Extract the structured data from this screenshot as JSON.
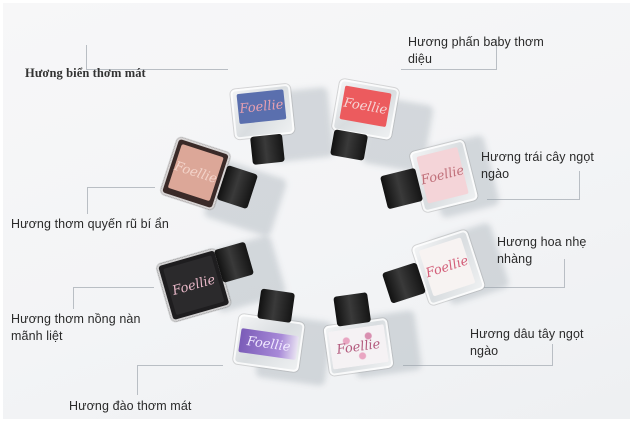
{
  "image": {
    "description": "Eight mini perfume bottles arranged in a circle with scent labels",
    "brand_script": "Foellie"
  },
  "labels": [
    {
      "id": "sea",
      "text": "Hương biển thơm mát"
    },
    {
      "id": "baby-powder",
      "line1": "Hương phấn baby thơm",
      "line2": "diệu"
    },
    {
      "id": "fruit",
      "line1": "Hương trái cây ngọt",
      "line2": "ngào"
    },
    {
      "id": "seductive",
      "text": "Hương thơm quyến rũ bí ẩn"
    },
    {
      "id": "floral",
      "line1": "Hương hoa nhẹ",
      "line2": "nhàng"
    },
    {
      "id": "intense",
      "line1": "Hương thơm nồng nàn",
      "line2": "mãnh liệt"
    },
    {
      "id": "strawberry",
      "line1": "Hương dâu tây ngọt",
      "line2": "ngào"
    },
    {
      "id": "peach",
      "text": "Hương đào thơm mát"
    }
  ],
  "bottles": [
    {
      "id": "blue",
      "label_color": "#5a6fae",
      "script_color": "#e7a0b0"
    },
    {
      "id": "red",
      "label_color": "#ec5b5e",
      "script_color": "#f6d5d5"
    },
    {
      "id": "pink",
      "label_color": "#f4d4d8",
      "script_color": "#c0707a"
    },
    {
      "id": "peach",
      "label_color": "#dca798",
      "script_color": "#f3d3c9"
    },
    {
      "id": "white",
      "label_color": "#f7f3f2",
      "script_color": "#d35d78"
    },
    {
      "id": "black",
      "label_color": "#2b2a2c",
      "script_color": "#e8b8c8"
    },
    {
      "id": "purple",
      "label_color": "#8c6cc4",
      "script_color": "#f0e8ff"
    },
    {
      "id": "cherry-blossom",
      "label_color": "#f5f2f4",
      "script_color": "#b35a7d"
    }
  ]
}
